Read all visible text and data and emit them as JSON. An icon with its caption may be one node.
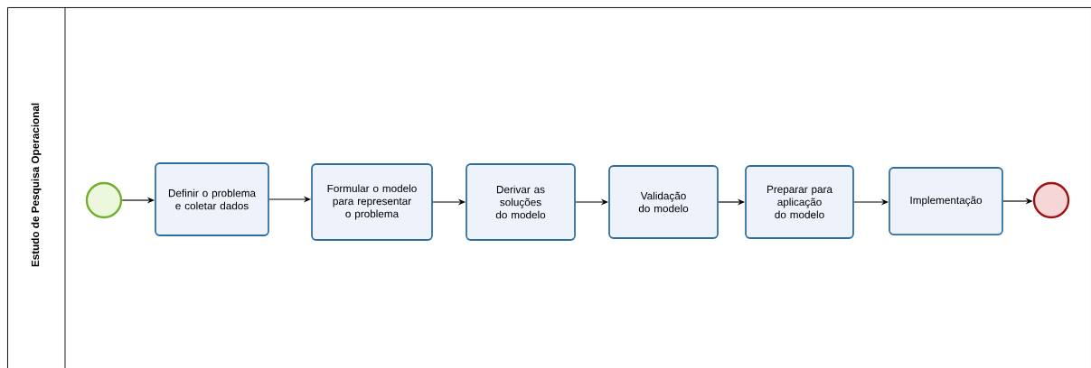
{
  "diagram": {
    "nodes": [
      {
        "text": [
          "Estudo de Pesquisa Operacional"
        ]
      },
      {
        "text": [],
        "shape": "circle",
        "in": 0
      },
      {
        "text": [
          "Definir o problema e coletar dados"
        ],
        "in": 0
      },
      {
        "text": [
          "Formular o modelo para representar o problema"
        ],
        "in": 0
      },
      {
        "text": [
          "Derivar as soluções do modelo"
        ],
        "in": 0
      },
      {
        "text": [
          "Validação do modelo"
        ],
        "in": 0
      },
      {
        "text": [
          "Preparar para aplicação do modelo"
        ],
        "in": 0
      },
      {
        "text": [
          "Implementação"
        ],
        "in": 0
      },
      {
        "text": [],
        "shape": "circle",
        "in": 0
      }
    ],
    "edges": [
      {
        "from": 1,
        "to": 2,
        "arrow": "to"
      },
      {
        "from": 2,
        "to": 3,
        "arrow": "to"
      },
      {
        "from": 3,
        "to": 4,
        "arrow": "to"
      },
      {
        "from": 4,
        "to": 5,
        "arrow": "to"
      },
      {
        "from": 5,
        "to": 6,
        "arrow": "to"
      },
      {
        "from": 6,
        "to": 7,
        "arrow": "to"
      },
      {
        "from": 7,
        "to": 8,
        "arrow": "to"
      }
    ]
  }
}
